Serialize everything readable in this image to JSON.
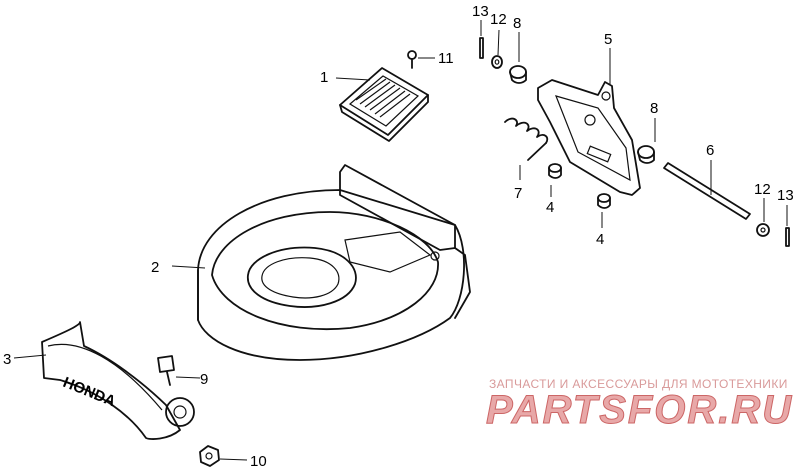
{
  "part_labels": [
    {
      "id": "p1",
      "text": "1"
    },
    {
      "id": "p2",
      "text": "2"
    },
    {
      "id": "p3",
      "text": "3"
    },
    {
      "id": "p4a",
      "text": "4"
    },
    {
      "id": "p4b",
      "text": "4"
    },
    {
      "id": "p5",
      "text": "5"
    },
    {
      "id": "p6",
      "text": "6"
    },
    {
      "id": "p7",
      "text": "7"
    },
    {
      "id": "p8a",
      "text": "8"
    },
    {
      "id": "p8b",
      "text": "8"
    },
    {
      "id": "p9",
      "text": "9"
    },
    {
      "id": "p10",
      "text": "10"
    },
    {
      "id": "p11",
      "text": "11"
    },
    {
      "id": "p12a",
      "text": "12"
    },
    {
      "id": "p12b",
      "text": "12"
    },
    {
      "id": "p13a",
      "text": "13"
    },
    {
      "id": "p13b",
      "text": "13"
    }
  ],
  "handle_emboss": "HONDA",
  "watermark": {
    "subtitle": "ЗАПЧАСТИ И АКСЕССУАРЫ ДЛЯ МОТОТЕХНИКИ",
    "logo": "PARTSFOR.RU"
  }
}
